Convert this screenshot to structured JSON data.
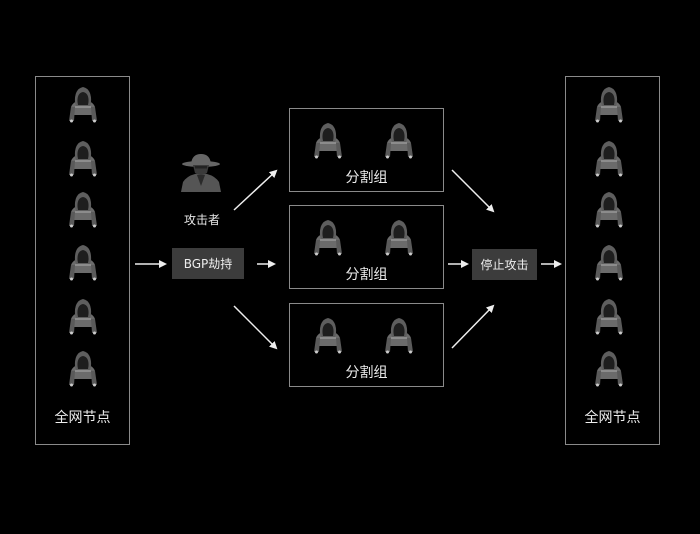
{
  "left_panel": {
    "label": "全网节点",
    "node_count": 6
  },
  "right_panel": {
    "label": "全网节点",
    "node_count": 6
  },
  "attacker": {
    "label": "攻击者",
    "icon": "spy-icon"
  },
  "bgp_hijack": {
    "label": "BGP劫持"
  },
  "groups": [
    {
      "label": "分割组"
    },
    {
      "label": "分割组"
    },
    {
      "label": "分割组"
    }
  ],
  "stop_attack": {
    "label": "停止攻击"
  },
  "colors": {
    "background": "#000000",
    "border": "#8a8a8a",
    "button": "#3c3c3c",
    "text": "#eeeeee"
  }
}
